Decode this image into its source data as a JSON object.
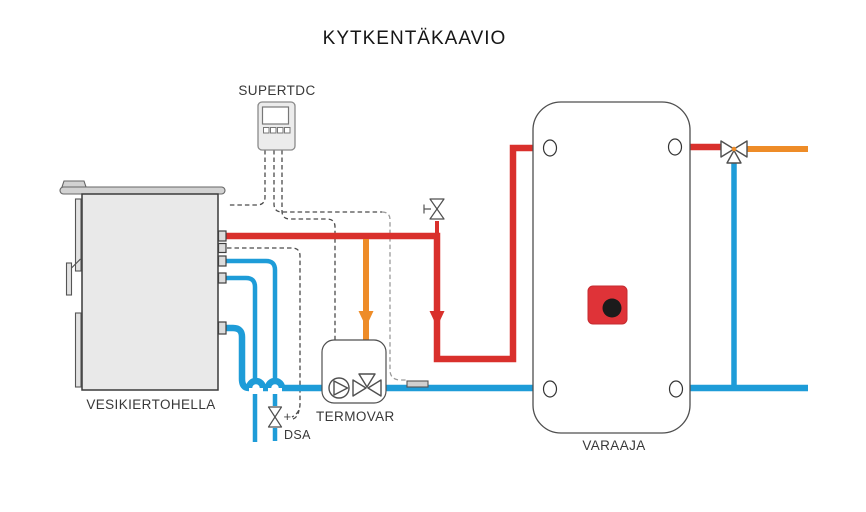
{
  "title": "KYTKENTÄKAAVIO",
  "labels": {
    "controller": "SUPERTDC",
    "stove": "VESIKIERTOHELLA",
    "mixing_unit": "TERMOVAR",
    "safety_valve": "DSA",
    "safety_valve_sensor": "+",
    "tank": "VARAAJA"
  },
  "colors": {
    "hot": "#d9302c",
    "cold": "#1e9cd8",
    "mixed": "#ee8c28",
    "wire": "#4a4a4a",
    "wire-light": "#9a9a9a",
    "outline": "#4f4f4f",
    "indicator": "#df3338",
    "stove-fill": "#e9e9e9",
    "stove-stroke": "#3a3a3a",
    "metal-fill": "#d2d2d2"
  }
}
